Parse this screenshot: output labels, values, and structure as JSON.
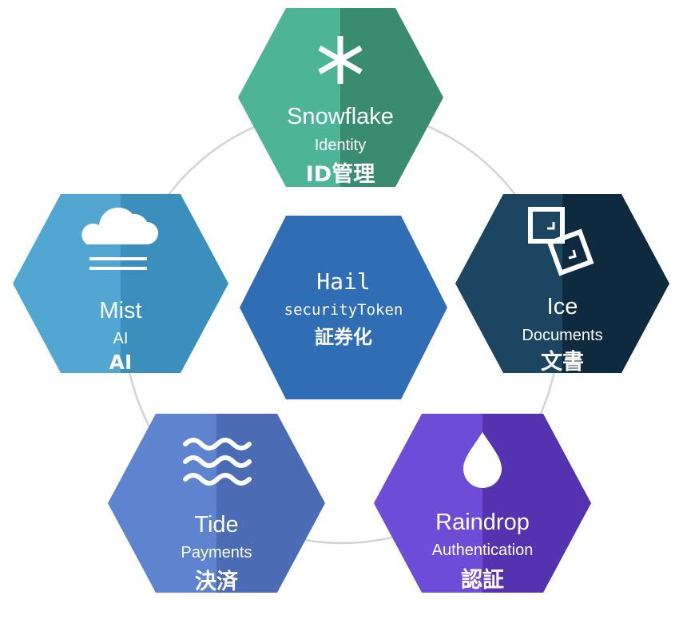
{
  "nodes": {
    "snowflake": {
      "name": "Snowflake",
      "subtitle": "Identity",
      "japanese": "ID管理",
      "icon": "asterisk-icon",
      "color_light": "#4db596",
      "color_dark": "#3a8c71"
    },
    "ice": {
      "name": "Ice",
      "subtitle": "Documents",
      "japanese": "文書",
      "icon": "documents-icon",
      "color_light": "#1b4560",
      "color_dark": "#0e2a3e"
    },
    "raindrop": {
      "name": "Raindrop",
      "subtitle": "Authentication",
      "japanese": "認証",
      "icon": "droplet-icon",
      "color_light": "#6f4cd8",
      "color_dark": "#5432b0"
    },
    "tide": {
      "name": "Tide",
      "subtitle": "Payments",
      "japanese": "決済",
      "icon": "waves-icon",
      "color_light": "#5e83cf",
      "color_dark": "#4b6cb5"
    },
    "mist": {
      "name": "Mist",
      "subtitle": "AI",
      "japanese": "AI",
      "icon": "cloud-icon",
      "color_light": "#52a6d2",
      "color_dark": "#3a8fbd"
    },
    "hail": {
      "name": "Hail",
      "subtitle": "securityToken",
      "japanese": "証券化",
      "icon": "",
      "color_light": "#2f6eb5",
      "color_dark": "#245e9f"
    }
  },
  "connector_ring_color": "#d4d4d4"
}
